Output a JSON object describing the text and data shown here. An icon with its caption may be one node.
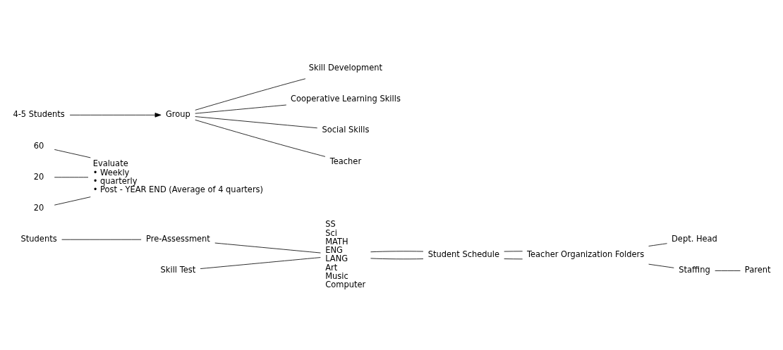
{
  "diagram": {
    "nodes": [
      {
        "text": [
          "Students"
        ]
      },
      {
        "text": [
          "Pre-Assessment"
        ]
      },
      {
        "text": [
          "Skill Test"
        ]
      },
      {
        "text": [
          "SS",
          "Sci",
          "MATH",
          "ENG",
          "LANG",
          "Art",
          "Music",
          "Computer"
        ]
      },
      {
        "text": [
          "Student Schedule"
        ]
      },
      {
        "text": [
          "Teacher Organization Folders"
        ]
      },
      {
        "text": [
          "Dept. Head"
        ]
      },
      {
        "text": [
          "Staffing"
        ]
      },
      {
        "text": [
          "Parent"
        ]
      },
      {
        "text": [
          "Evaluate",
          "• Weekly",
          "• quarterly",
          "• Post - YEAR END (Average of 4 quarters)"
        ]
      },
      {
        "text": [
          "60"
        ]
      },
      {
        "text": [
          "20"
        ]
      },
      {
        "text": [
          "20"
        ]
      },
      {
        "text": [
          "Skill Development"
        ]
      },
      {
        "text": [
          "Cooperative Learning Skills"
        ]
      },
      {
        "text": [
          "Social Skills"
        ]
      },
      {
        "text": [
          "4-5 Students"
        ]
      },
      {
        "text": [
          "Group"
        ]
      },
      {
        "text": [
          "Teacher"
        ]
      }
    ],
    "edges": [
      {
        "from": 0,
        "to": 1,
        "arrow": "none"
      },
      {
        "from": 1,
        "to": 3,
        "arrow": "none"
      },
      {
        "from": 2,
        "to": 3,
        "arrow": "none"
      },
      {
        "from": 3,
        "to": 4,
        "arrow": "none"
      },
      {
        "from": 3,
        "to": 4,
        "arrow": "none"
      },
      {
        "from": 4,
        "to": 5,
        "arrow": "none"
      },
      {
        "from": 4,
        "to": 5,
        "arrow": "none"
      },
      {
        "from": 5,
        "to": 6,
        "arrow": "none"
      },
      {
        "from": 5,
        "to": 7,
        "arrow": "none"
      },
      {
        "from": 7,
        "to": 8,
        "arrow": "none"
      },
      {
        "from": 10,
        "to": 9,
        "arrow": "none"
      },
      {
        "from": 11,
        "to": 9,
        "arrow": "none"
      },
      {
        "from": 12,
        "to": 9,
        "arrow": "none"
      },
      {
        "from": 17,
        "to": 13,
        "arrow": "none"
      },
      {
        "from": 17,
        "to": 14,
        "arrow": "none"
      },
      {
        "from": 17,
        "to": 15,
        "arrow": "none"
      },
      {
        "from": 16,
        "to": 17,
        "arrow": "to"
      },
      {
        "from": 17,
        "to": 18,
        "arrow": "none"
      }
    ]
  }
}
